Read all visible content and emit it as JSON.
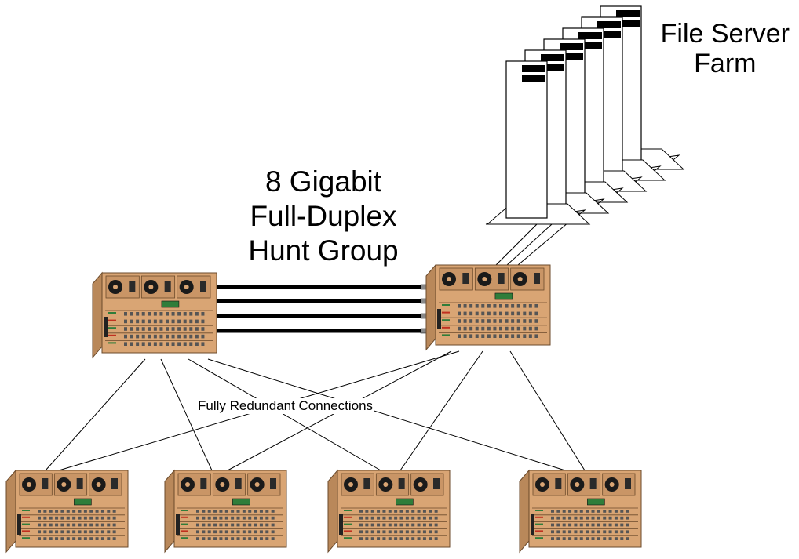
{
  "labels": {
    "farm": "File Server\nFarm",
    "hunt_group": "8 Gigabit\nFull-Duplex\nHunt Group",
    "redundant": "Fully Redundant Connections"
  },
  "colors": {
    "chassis_front": "#d9a574",
    "chassis_side": "#b9885a",
    "chassis_top": "#ecc39a",
    "line": "#000000",
    "server_fill": "#ffffff"
  },
  "devices": {
    "core": [
      "core-switch-left",
      "core-switch-right"
    ],
    "edge": [
      "edge-switch-1",
      "edge-switch-2",
      "edge-switch-3",
      "edge-switch-4"
    ],
    "servers": [
      "file-server-1",
      "file-server-2",
      "file-server-3",
      "file-server-4",
      "file-server-5",
      "file-server-6"
    ]
  },
  "trunk_link_count": 4
}
